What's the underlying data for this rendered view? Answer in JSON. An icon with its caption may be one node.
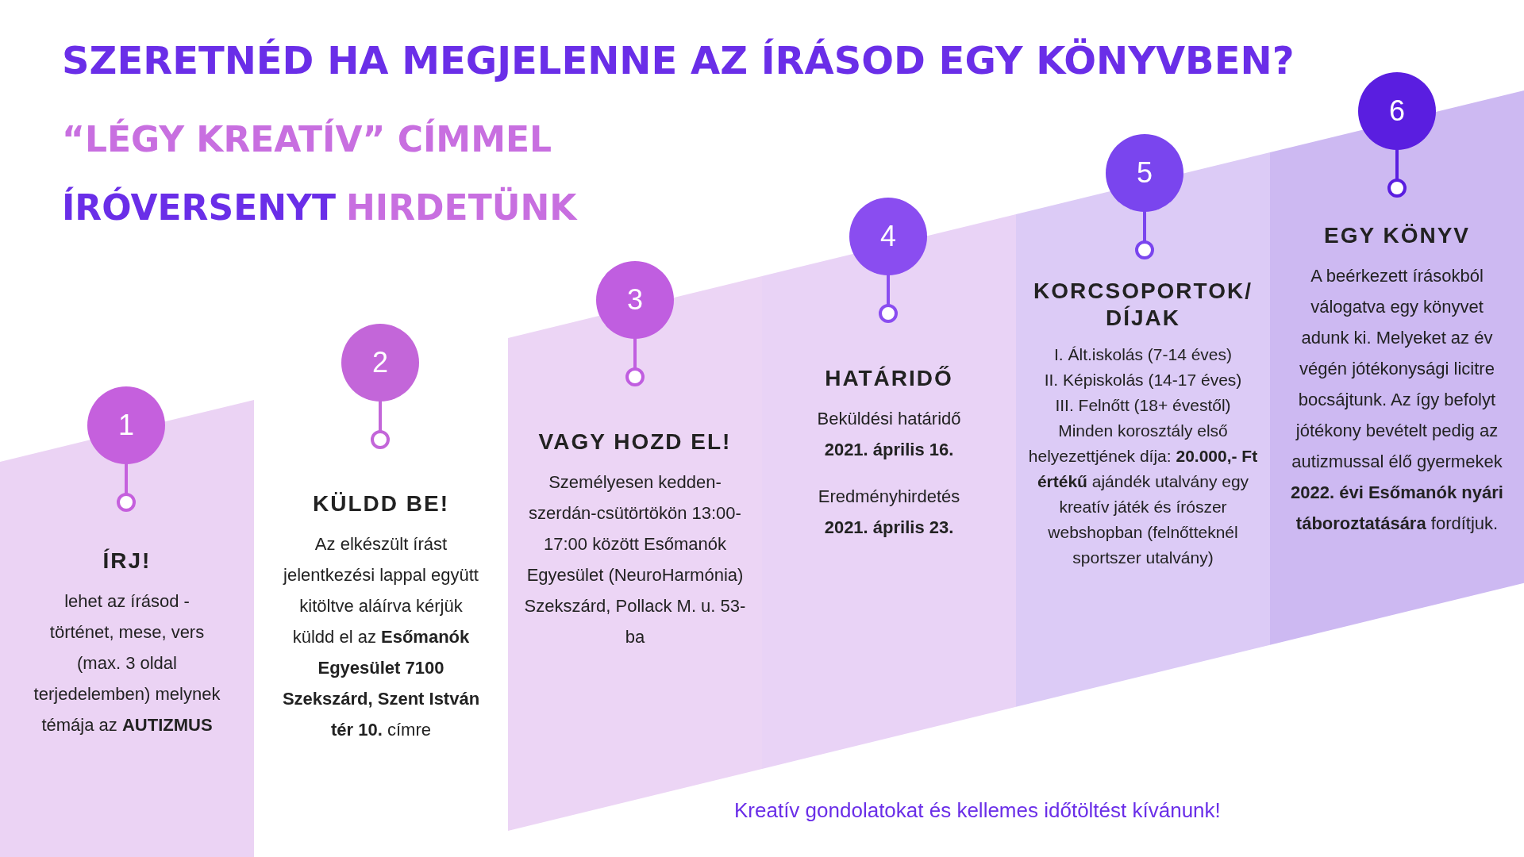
{
  "diagram": {
    "title": "SZERETNÉD HA MEGJELENNE AZ ÍRÁSOD EGY KÖNYVBEN?",
    "nodes": [
      {
        "text": [
          "1"
        ]
      },
      {
        "text": [
          "ÍRJ!",
          "lehet az írásod - történet, mese, vers (max. 3 oldal terjedelemben) melynek témája az **AUTIZMUS**"
        ]
      },
      {
        "text": [
          "2"
        ]
      },
      {
        "text": [
          "KÜLDD BE!",
          "Az elkészült írást jelentkezési lappal együtt kitöltve aláírva kérjük küldd el az **Esőmanók Egyesület 7100 Szekszárd, Szent István tér 10.** címre"
        ]
      },
      {
        "text": [
          "3"
        ]
      },
      {
        "text": [
          "VAGY HOZD EL!",
          "Személyesen kedden-szerdán-csütörtökön 13:00-17:00 között Esőmanók Egyesület (NeuroHarmónia) Szekszárd, Pollack M. u. 53-ba"
        ]
      },
      {
        "text": [
          "4"
        ]
      },
      {
        "text": [
          "HATÁRIDŐ",
          "Beküldési határidő **2021. április 16.**",
          "Eredményhirdetés **2021. április 23.**"
        ]
      },
      {
        "text": [
          "5"
        ]
      },
      {
        "text": [
          "KORCSOPORTOK/ DÍJAK",
          "I. Ált.iskolás (7-14 éves)",
          "II. Képiskolás (14-17 éves)",
          "III. Felnőtt (18+ évestől)",
          "Minden korosztály első helyezettjének díja: **20.000,- Ft értékű** ajándék utalvány egy kreatív játék és írószer webshopban (felnőtteknél sportszer utalvány)"
        ]
      },
      {
        "text": [
          "6"
        ]
      },
      {
        "text": [
          "EGY KÖNYV",
          "A beérkezett írásokból válogatva egy könyvet adunk ki. Melyeket az év végén jótékonysági licitre bocsájtunk. Az így befolyt jótékony bevételt pedig az autizmussal élő gyermekek **2022. évi Esőmanók nyári táboroztatására** fordítjuk."
        ]
      }
    ],
    "edges": [],
    "labels": [
      "“LÉGY KREATÍV” CÍMMEL",
      "ÍRÓVERSENYT",
      "HIRDETÜNK",
      "Kreatív gondolatokat és kellemes időtöltést kívánunk!"
    ]
  }
}
